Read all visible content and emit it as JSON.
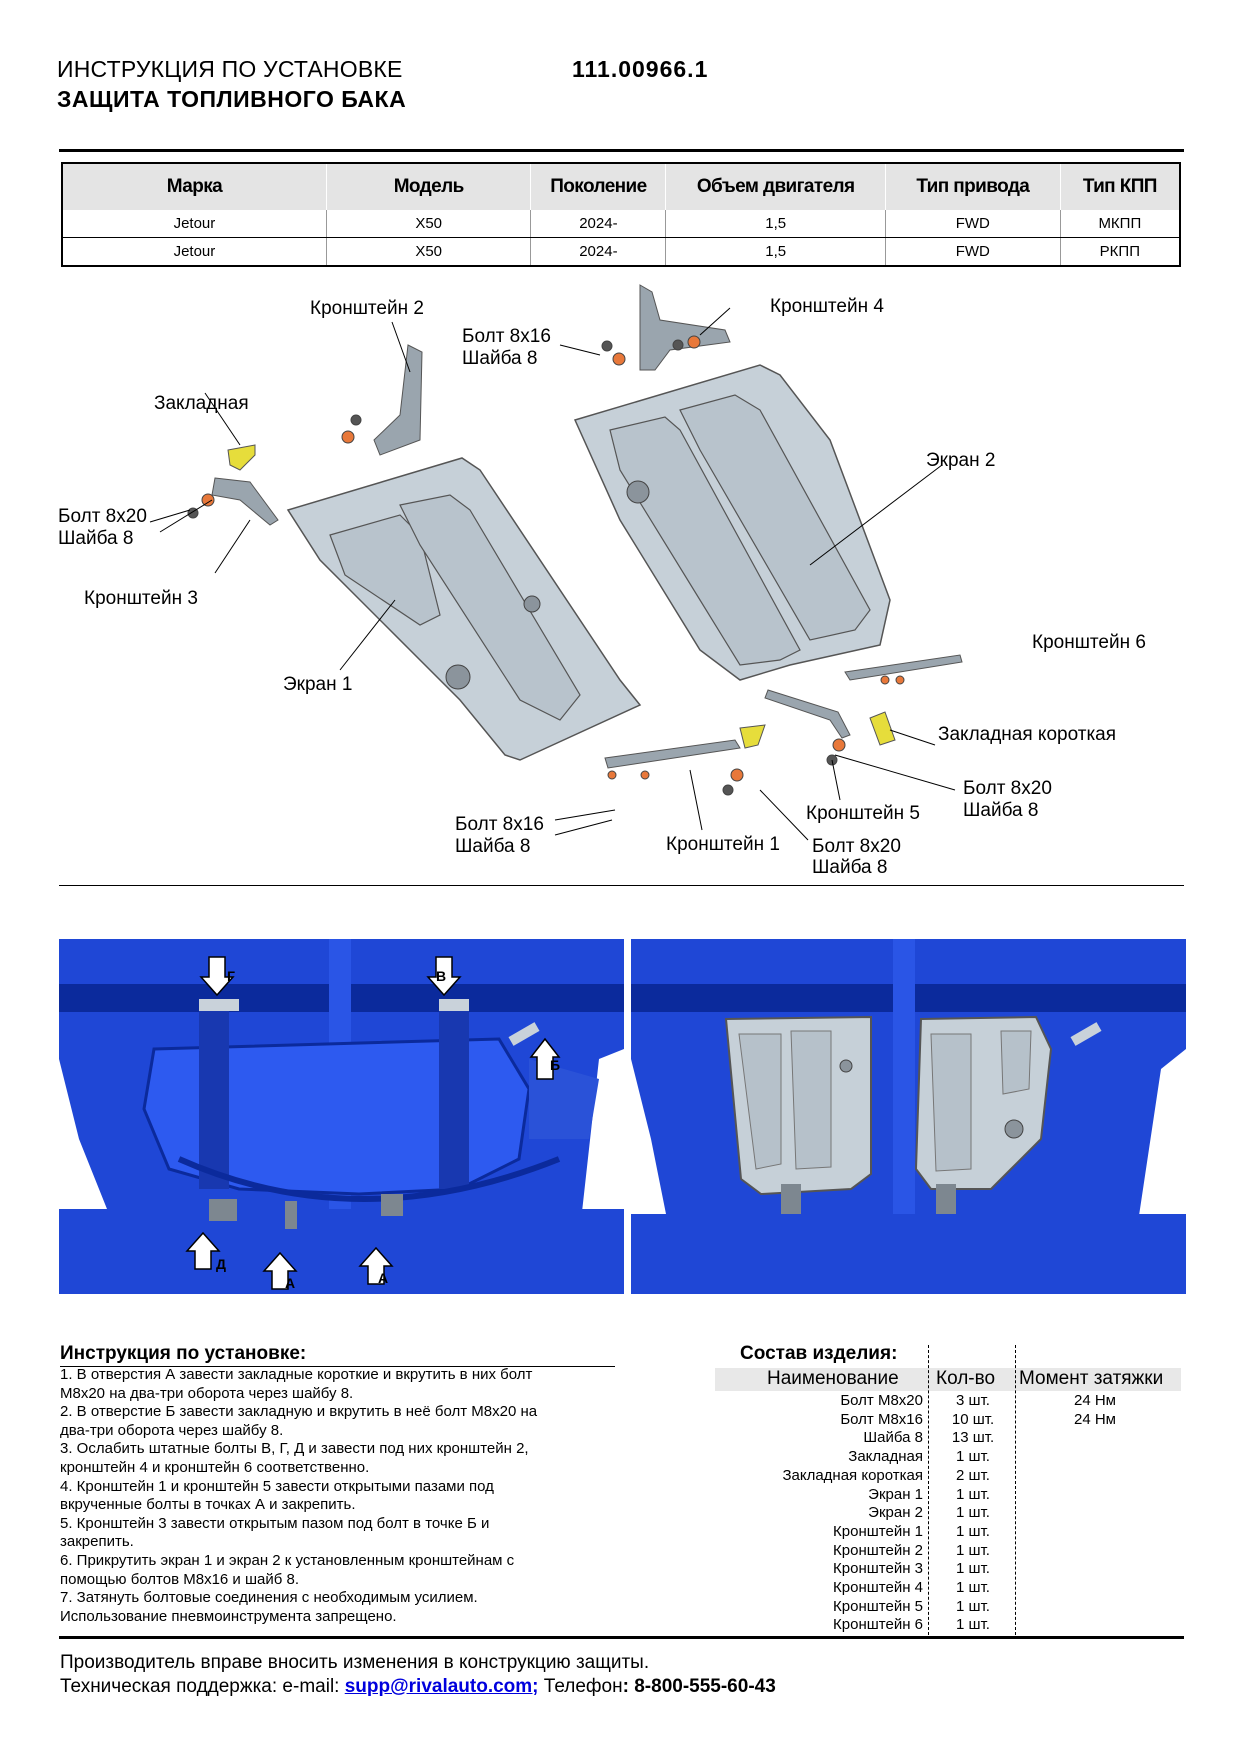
{
  "header": {
    "title": "ИНСТРУКЦИЯ ПО УСТАНОВКЕ",
    "subtitle": "ЗАЩИТА ТОПЛИВНОГО БАКА",
    "part_number": "111.00966.1"
  },
  "spec_table": {
    "headers": [
      "Марка",
      "Модель",
      "Поколение",
      "Объем двигателя",
      "Тип привода",
      "Тип КПП"
    ],
    "rows": [
      [
        "Jetour",
        "X50",
        "2024-",
        "1,5",
        "FWD",
        "МКПП"
      ],
      [
        "Jetour",
        "X50",
        "2024-",
        "1,5",
        "FWD",
        "РКПП"
      ]
    ]
  },
  "diagram_labels": {
    "kronshtein2": "Кронштейн 2",
    "kronshtein4": "Кронштейн 4",
    "bolt816_top_a": "Болт 8x16",
    "bolt816_top_b": "Шайба 8",
    "zakladnaya": "Закладная",
    "ekran2": "Экран 2",
    "bolt820_left_a": "Болт 8x20",
    "bolt820_left_b": "Шайба 8",
    "kronshtein3": "Кронштейн 3",
    "ekran1": "Экран 1",
    "kronshtein6": "Кронштейн 6",
    "zakladnaya_korotkaya": "Закладная короткая",
    "bolt820_right_a": "Болт 8x20",
    "bolt820_right_b": "Шайба 8",
    "kronshtein5": "Кронштейн 5",
    "bolt816_bottom_a": "Болт 8x16",
    "bolt816_bottom_b": "Шайба 8",
    "kronshtein1": "Кронштейн 1",
    "bolt820_bottom_a": "Болт 8x20",
    "bolt820_bottom_b": "Шайба 8"
  },
  "photo_markers": {
    "g": "Г",
    "v": "В",
    "b": "Б",
    "d": "Д",
    "a1": "А",
    "a2": "А"
  },
  "instructions": {
    "title": "Инструкция по установке:",
    "lines": [
      "1. В отверстия А завести закладные короткие и вкрутить в них болт",
      "М8х20 на два-три оборота через шайбу 8.",
      "2. В отверстие Б завести закладную и вкрутить в неё болт М8х20 на",
      "два-три оборота через шайбу 8.",
      "3. Ослабить штатные болты В, Г, Д и завести под них кронштейн 2,",
      "кронштейн 4 и кронштейн 6 соответственно.",
      "4. Кронштейн 1 и кронштейн 5 завести открытыми пазами под",
      "вкрученные болты в точках А и закрепить.",
      "5. Кронштейн 3 завести открытым пазом под болт в точке Б и",
      "закрепить.",
      "6. Прикрутить экран 1 и экран 2 к установленным кронштейнам с",
      "помощью болтов М8х16 и шайб 8.",
      "7. Затянуть болтовые соединения с необходимым усилием.",
      "Использование пневмоинструмента запрещено."
    ]
  },
  "composition": {
    "title": "Состав изделия:",
    "headers": [
      "Наименование",
      "Кол-во",
      "Момент затяжки"
    ],
    "rows": [
      [
        "Болт М8х20",
        "3 шт.",
        "24 Нм"
      ],
      [
        "Болт М8х16",
        "10 шт.",
        "24 Нм"
      ],
      [
        "Шайба 8",
        "13 шт.",
        ""
      ],
      [
        "Закладная",
        "1 шт.",
        ""
      ],
      [
        "Закладная короткая",
        "2 шт.",
        ""
      ],
      [
        "Экран 1",
        "1 шт.",
        ""
      ],
      [
        "Экран 2",
        "1 шт.",
        ""
      ],
      [
        "Кронштейн 1",
        "1 шт.",
        ""
      ],
      [
        "Кронштейн 2",
        "1 шт.",
        ""
      ],
      [
        "Кронштейн 3",
        "1 шт.",
        ""
      ],
      [
        "Кронштейн 4",
        "1 шт.",
        ""
      ],
      [
        "Кронштейн 5",
        "1 шт.",
        ""
      ],
      [
        "Кронштейн 6",
        "1 шт.",
        ""
      ]
    ]
  },
  "footer": {
    "line1": "Производитель вправе вносить изменения в конструкцию защиты.",
    "support_label": "Техническая поддержка:  e-mail: ",
    "email": "supp@rivalauto.com;",
    "phone_label": " Телефон",
    "phone": ": 8-800-555-60-43"
  },
  "colors": {
    "chassis_blue": "#1f47d6",
    "chassis_dark": "#0b2a9c",
    "shield_gray": "#c9d2da",
    "bolt_orange": "#e8783a",
    "clip_yellow": "#e6dd3b"
  }
}
